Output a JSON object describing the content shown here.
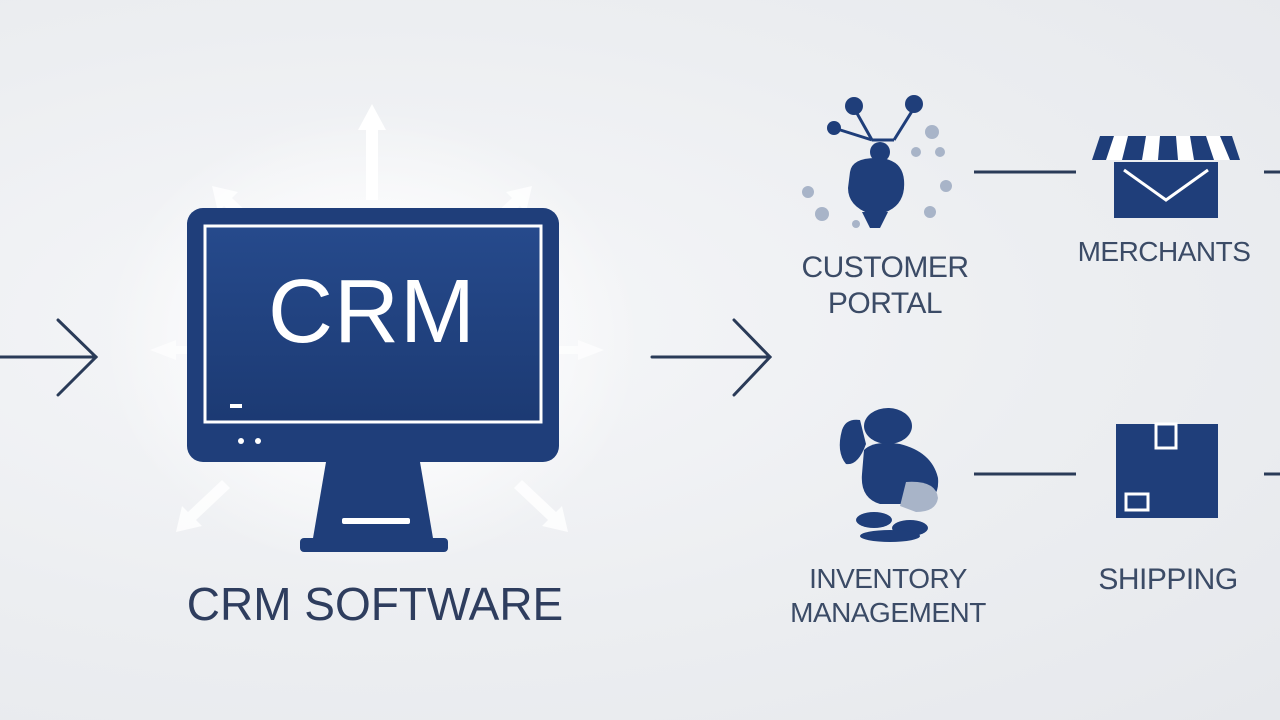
{
  "monitor": {
    "screen_text": "CRM"
  },
  "main_caption": "CRM SOFTWARE",
  "nodes": {
    "customer_portal": {
      "line1": "CUSTOMER",
      "line2": "PORTAL",
      "icon": "network-person-icon"
    },
    "merchants": {
      "line1": "MERCHANTS",
      "icon": "storefront-icon"
    },
    "inventory": {
      "line1": "INVENTORY",
      "line2": "MANAGEMENT",
      "icon": "inventory-person-icon"
    },
    "shipping": {
      "line1": "SHIPPING",
      "icon": "package-box-icon"
    }
  },
  "colors": {
    "navy": "#1f3e7a",
    "navy_dark": "#16305f",
    "text": "#3b4b66",
    "background": "#eceef1"
  }
}
